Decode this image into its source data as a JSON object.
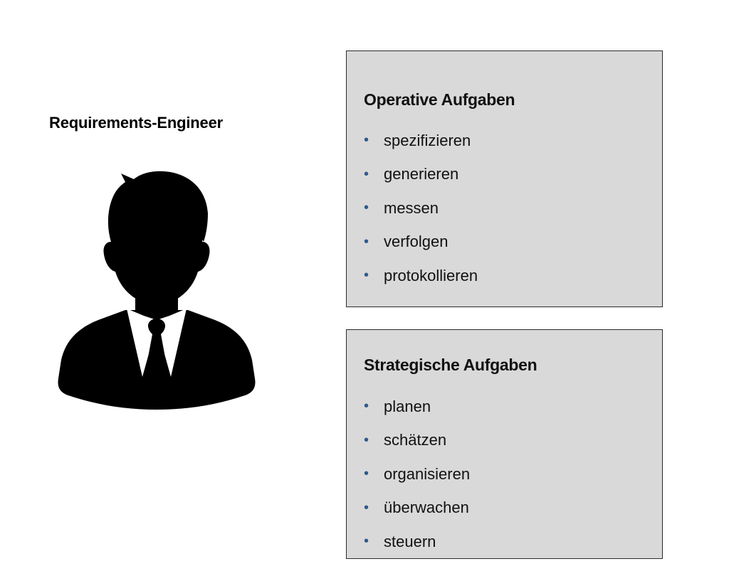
{
  "role": {
    "title": "Requirements-Engineer",
    "icon": "businessman-silhouette-icon"
  },
  "operative": {
    "title": "Operative Aufgaben",
    "items": [
      "spezifizieren",
      "generieren",
      "messen",
      "verfolgen",
      "protokollieren"
    ]
  },
  "strategic": {
    "title": "Strategische Aufgaben",
    "items": [
      "planen",
      "schätzen",
      "organisieren",
      "überwachen",
      "steuern"
    ]
  },
  "colors": {
    "box_fill": "#d9d9d9",
    "box_border": "#2b2b2b",
    "bullet": "#2e5a8f",
    "silhouette": "#000000"
  }
}
